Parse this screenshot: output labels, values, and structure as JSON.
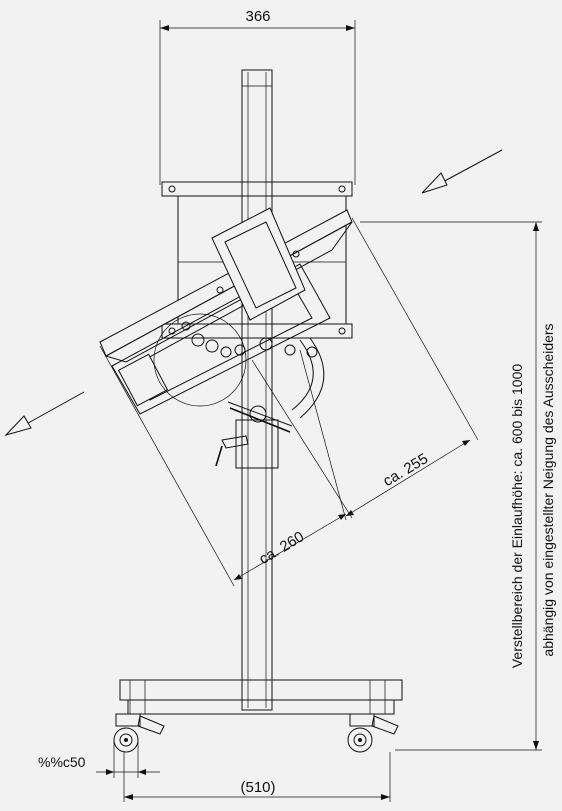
{
  "dimensions": {
    "top_width": "366",
    "diagonal_255": "ca. 255",
    "diagonal_260": "ca. 260",
    "wheel": "%%c50",
    "base_width": "(510)"
  },
  "vertical_note": {
    "line1": "Verstellbereich der Einlaufhöhe: ca. 600 bis 1000",
    "line2": "abhängig von eingestellter Neigung des Ausscheiders"
  }
}
